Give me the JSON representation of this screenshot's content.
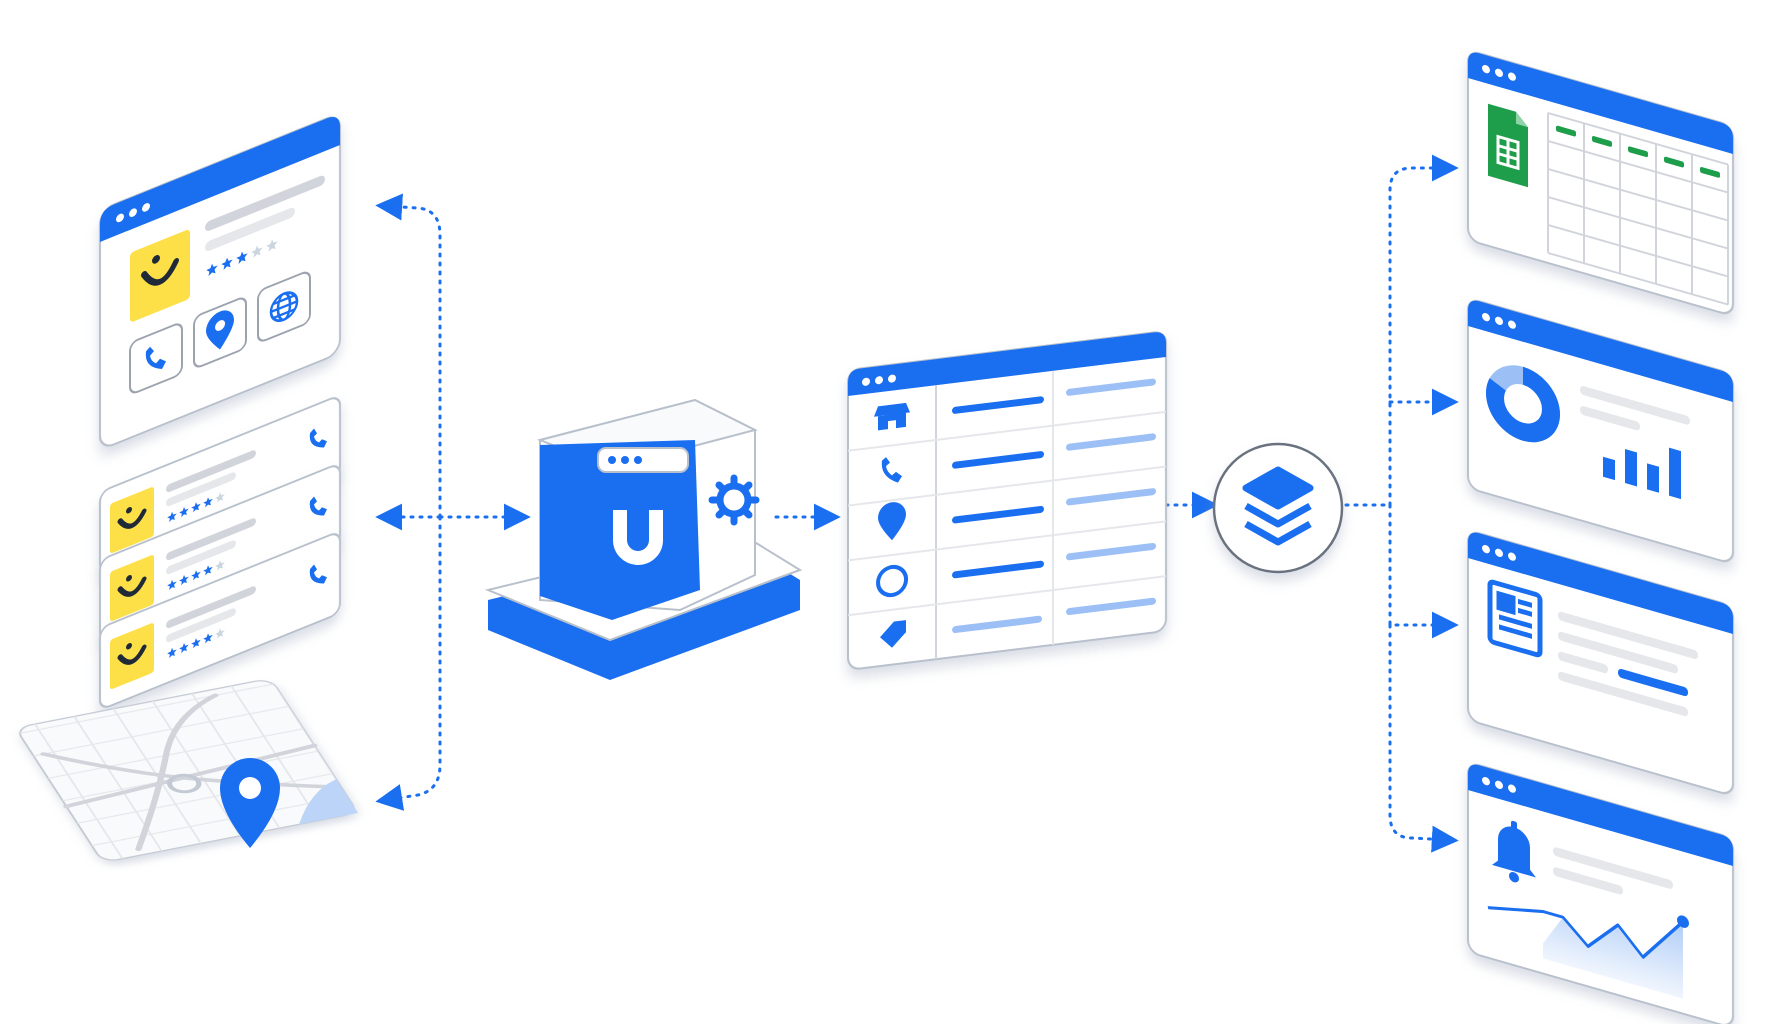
{
  "colors": {
    "primary": "#1a6ef0",
    "primary_light": "#9cc0f5",
    "accent_yellow": "#fde047",
    "sheet_green": "#1e9e4a",
    "line_gray": "#e5e7eb",
    "stroke_gray": "#9ca3af",
    "ink": "#1f2937"
  },
  "icons": {
    "business_logo": "smile-logo-icon",
    "phone": "phone-icon",
    "location": "location-pin-icon",
    "website": "globe-icon",
    "store": "store-icon",
    "tag": "tag-icon",
    "magnet": "magnet-icon",
    "gear": "gear-icon",
    "layers": "layers-icon",
    "spreadsheet": "spreadsheet-icon",
    "report": "report-icon",
    "bell": "bell-icon"
  },
  "diagram": {
    "sources": [
      "business-profile-card",
      "business-listings",
      "map"
    ],
    "processor": "scraper-engine",
    "dataset_rows": [
      "store",
      "phone",
      "location",
      "website",
      "tag"
    ],
    "aggregator": "layers-hub",
    "outputs": [
      "spreadsheet-export",
      "analytics-dashboard",
      "report-document",
      "alerts-trend"
    ],
    "listing_count": 3,
    "rating_stars": 5,
    "profile_rating_filled": 3,
    "listing_rating_filled": 4,
    "donut_share": 0.82
  }
}
